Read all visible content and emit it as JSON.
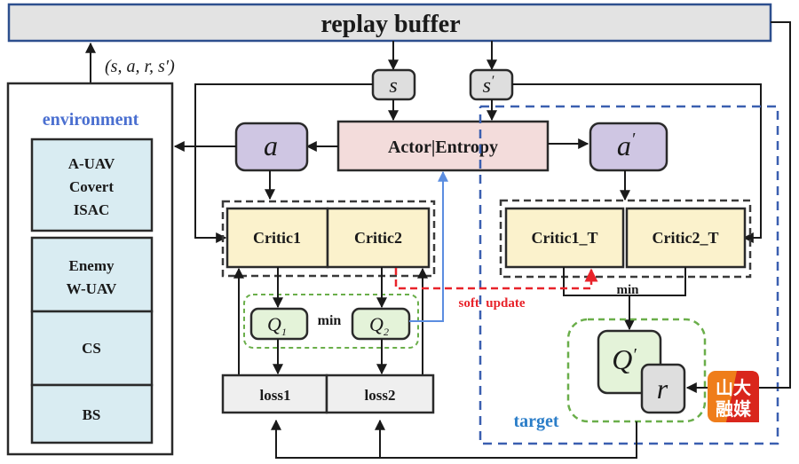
{
  "replay_buffer": {
    "label": "replay buffer"
  },
  "transition_tuple": {
    "label": "(s, a, r, s′)"
  },
  "environment": {
    "title": "environment",
    "components": [
      {
        "lines": [
          "A-UAV",
          "Covert",
          "ISAC"
        ]
      },
      {
        "lines": [
          "Enemy",
          "W-UAV"
        ]
      },
      {
        "lines": [
          "CS"
        ]
      },
      {
        "lines": [
          "BS"
        ]
      }
    ]
  },
  "state": {
    "label": "s"
  },
  "next_state": {
    "label": "s",
    "prime": "′"
  },
  "action": {
    "label": "a"
  },
  "next_action": {
    "label": "a",
    "prime": "′"
  },
  "actor": {
    "label": "Actor|Entropy"
  },
  "critics": {
    "critic1": "Critic1",
    "critic2": "Critic2"
  },
  "target_critics": {
    "critic1": "Critic1_T",
    "critic2": "Critic2_T"
  },
  "q_values": {
    "q1": "Q",
    "q1_sub": "1",
    "q2": "Q",
    "q2_sub": "2",
    "min_label": "min"
  },
  "target_min_label": "min",
  "losses": {
    "loss1": "loss1",
    "loss2": "loss2"
  },
  "soft_update": {
    "label": "soft  update"
  },
  "target_block": {
    "label": "target",
    "q_prime": "Q",
    "q_prime_mark": "′",
    "reward": "r"
  },
  "watermark": {
    "line1": "山大",
    "line2": "融媒"
  },
  "colors": {
    "buffer_fill": "#e3e3e3",
    "buffer_border": "#2d4f8e",
    "env_fill": "#d9ecf2",
    "action_fill": "#cfc6e3",
    "actor_fill": "#f3dcdb",
    "critic_fill": "#fbf2cc",
    "q_fill": "#e4f3d9",
    "loss_fill": "#efefef",
    "state_fill": "#dedede",
    "blue_dash": "#3a5fb0",
    "green_dash": "#6aae4a",
    "red_dash": "#e8232a",
    "grad_blue": "#5b8de0",
    "label_blue": "#4a6fd0",
    "watermark_red": "#d9261c",
    "watermark_orange": "#ef7d1a"
  }
}
